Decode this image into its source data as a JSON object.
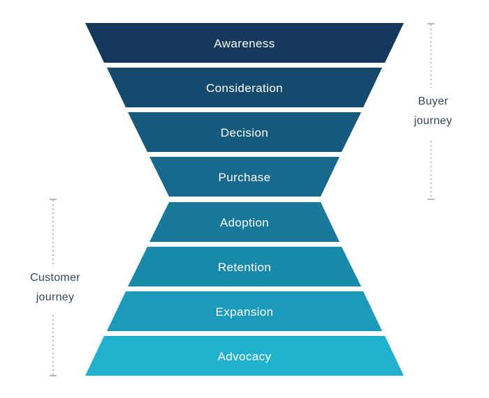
{
  "funnel": {
    "segments": [
      {
        "label": "Awareness",
        "color": "#14395c"
      },
      {
        "label": "Consideration",
        "color": "#154a6e"
      },
      {
        "label": "Decision",
        "color": "#165a7e"
      },
      {
        "label": "Purchase",
        "color": "#176a8d"
      },
      {
        "label": "Adoption",
        "color": "#18799b"
      },
      {
        "label": "Retention",
        "color": "#1989aa"
      },
      {
        "label": "Expansion",
        "color": "#1b9aba"
      },
      {
        "label": "Advocacy",
        "color": "#20b1cd"
      }
    ],
    "text_color": "#ffffff"
  },
  "annotations": {
    "buyer": {
      "line1": "Buyer",
      "line2": "journey"
    },
    "customer": {
      "line1": "Customer",
      "line2": "journey"
    },
    "label_color": "#33475b",
    "line_color": "#97a4b0"
  }
}
